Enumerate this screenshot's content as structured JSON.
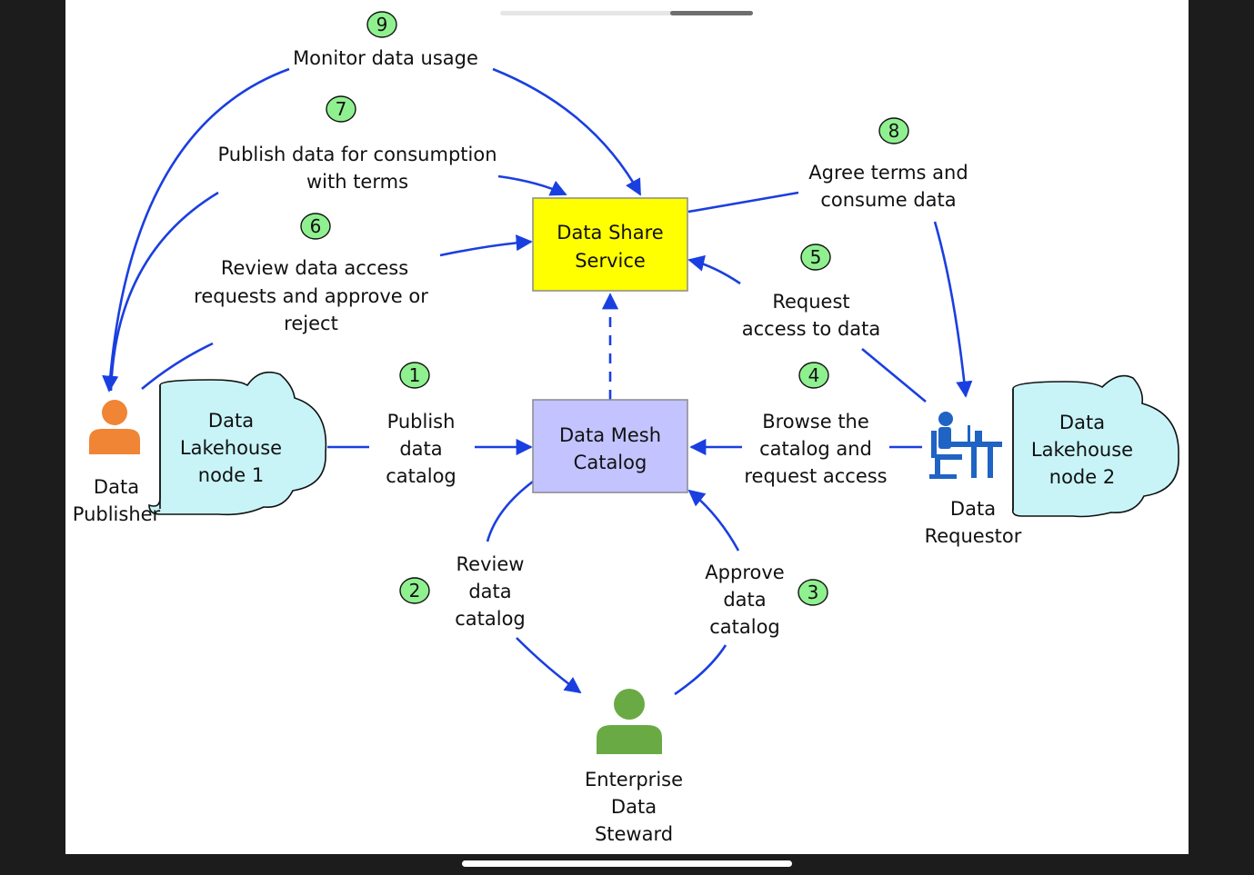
{
  "colors": {
    "arrow": "#1a3fe0",
    "share_fill": "#ffff00",
    "catalog_fill": "#c3c3ff",
    "lake_fill": "#c8f4f8",
    "badge_fill": "#8ff08f",
    "publisher_person": "#ef8535",
    "steward_person": "#6aaa45",
    "requestor_icon": "#1f63c4"
  },
  "boxes": {
    "data_share_service": [
      "Data Share",
      "Service"
    ],
    "data_mesh_catalog": [
      "Data Mesh",
      "Catalog"
    ]
  },
  "lakehouses": {
    "node1": [
      "Data",
      "Lakehouse",
      "node 1"
    ],
    "node2": [
      "Data",
      "Lakehouse",
      "node 2"
    ]
  },
  "actors": {
    "publisher": [
      "Data",
      "Publisher"
    ],
    "requestor": [
      "Data",
      "Requestor"
    ],
    "steward": [
      "Enterprise",
      "Data",
      "Steward"
    ]
  },
  "steps": {
    "s1": {
      "number": "1",
      "label": [
        "Publish",
        "data",
        "catalog"
      ]
    },
    "s2": {
      "number": "2",
      "label": [
        "Review",
        "data",
        "catalog"
      ]
    },
    "s3": {
      "number": "3",
      "label": [
        "Approve",
        "data",
        "catalog"
      ]
    },
    "s4": {
      "number": "4",
      "label": [
        "Browse the",
        "catalog and",
        "request access"
      ]
    },
    "s5": {
      "number": "5",
      "label": [
        "Request",
        "access to data"
      ]
    },
    "s6": {
      "number": "6",
      "label": [
        "Review data access",
        "requests and approve or",
        "reject"
      ]
    },
    "s7": {
      "number": "7",
      "label": [
        "Publish data for consumption",
        "with terms"
      ]
    },
    "s8": {
      "number": "8",
      "label": [
        "Agree terms and",
        "consume data"
      ]
    },
    "s9": {
      "number": "9",
      "label": [
        "Monitor data usage"
      ]
    }
  }
}
